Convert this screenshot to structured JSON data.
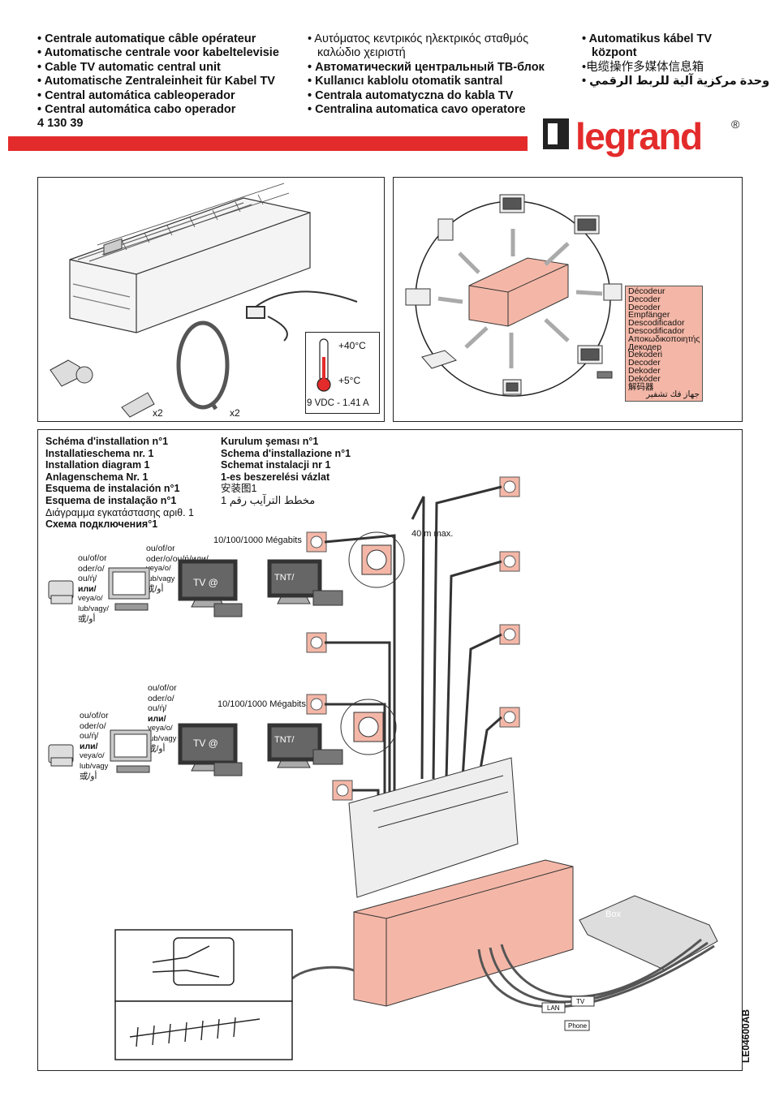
{
  "header": {
    "col1": [
      "• Centrale automatique câble opérateur",
      "• Automatische centrale voor kabeltelevisie",
      "• Cable TV automatic central unit",
      "• Automatische Zentraleinheit für Kabel TV",
      "• Central automática cableoperador",
      "• Central automática cabo operador",
      "4 130 39"
    ],
    "col2": [
      "• Αυτόματος κεντρικός ηλεκτρικός σταθμός",
      "καλώδιο χειριστή",
      "• Автоматический центральный ТВ-блок",
      "• Kullanıcı kablolu otomatik santral",
      "• Centrala automatyczna do kabla TV",
      "• Centralina automatica cavo operatore"
    ],
    "col3": [
      "• Automatikus kábel TV",
      "központ",
      "•电缆操作多媒体信息箱",
      "وحدة مركزية آلية للربط الرقمي •"
    ],
    "brand": "legrand",
    "registered": "®"
  },
  "kit": {
    "temp_high": "+40°C",
    "temp_low": "+5°C",
    "power": "9 VDC - 1.41 A",
    "qty1": "x2",
    "qty2": "x2"
  },
  "decoder_box": {
    "lines": [
      "Décodeur",
      "Decoder",
      "Decoder",
      "Empfänger",
      "Descodificador",
      "Descodificador",
      "Αποκωδικοποιητής",
      "Декодер",
      "Dekoderi",
      "Decoder",
      "Dekoder",
      "Dekóder",
      "解码器",
      "جهاز فك تشفير"
    ]
  },
  "diagram": {
    "titles_left": [
      "Schéma d'installation n°1",
      "Installatieschema nr. 1",
      "Installation diagram 1",
      "Anlagenschema Nr. 1",
      "Esquema de instalación n°1",
      "Esquema de instalação n°1",
      "Διάγραμμα εγκατάστασης αριθ. 1",
      "Схема подключения°1"
    ],
    "titles_right": [
      "Kurulum şeması n°1",
      "Schema d'installazione n°1",
      "Schemat instalacji nr 1",
      "1-es beszerelési vázlat",
      "安装图1",
      "مخطط الترآيب رقم 1"
    ],
    "or_a": [
      "ou/of/or",
      "oder/o/",
      "ou/ή/",
      "или/",
      "veya/o/",
      "lub/vagy/",
      "或/أو"
    ],
    "or_b": [
      "ou/of/or",
      "oder/o/ou/ή/или/",
      "veya/o/",
      "lub/vagy",
      "或/أو"
    ],
    "or_c": [
      "ou/of/or",
      "oder/o/",
      "ou/ή/",
      "или/",
      "veya/o/",
      "lub/vagy",
      "或/أو"
    ],
    "or_d": [
      "ou/of/or",
      "oder/o/",
      "ou/ή/",
      "или/",
      "veya/o/",
      "lub/vagy",
      "或/أو"
    ],
    "mbits_1": "10/100/1000 Mégabits",
    "mbits_2": "10/100/1000 Mégabits",
    "tv_label": "TV @",
    "tnt_label": "TNT/",
    "distance": "40 m max.",
    "box_label": "Box",
    "lan_label": "LAN",
    "tv_cable_label": "TV",
    "phone_label": "Phone"
  },
  "doc_code": "LE04600AB"
}
